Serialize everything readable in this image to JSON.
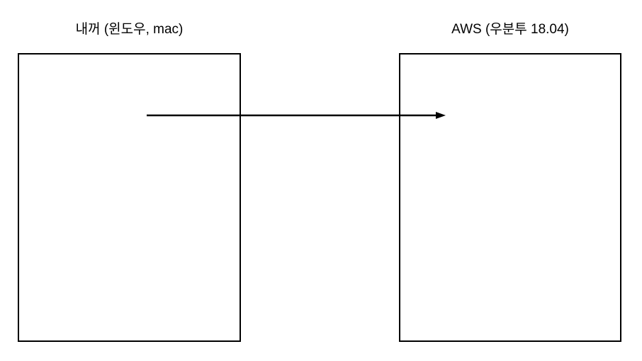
{
  "diagram": {
    "nodes": [
      {
        "id": "my-machine",
        "label": "내꺼 (윈도우, mac)"
      },
      {
        "id": "aws-server",
        "label": "AWS (우분투 18.04)"
      }
    ],
    "edges": [
      {
        "from": "my-machine",
        "to": "aws-server",
        "type": "arrow",
        "label": ""
      }
    ],
    "colors": {
      "stroke": "#000000",
      "background": "#ffffff"
    }
  }
}
